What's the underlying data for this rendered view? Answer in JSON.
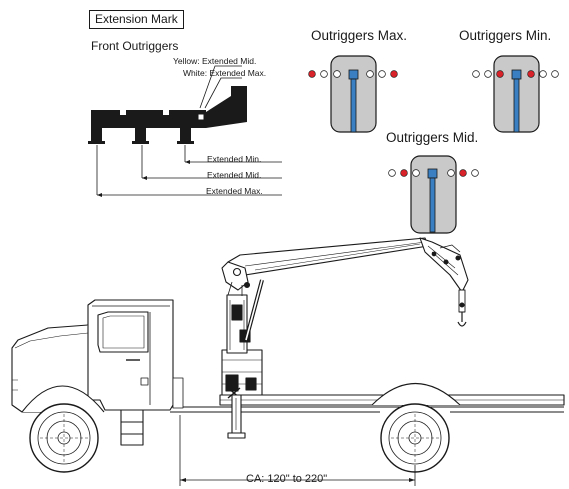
{
  "extension_mark": "Extension Mark",
  "front_outriggers": {
    "title": "Front Outriggers",
    "yellow_note": "Yellow: Extended Mid.",
    "white_note": "White: Extended Max.",
    "extended_min": "Extended Min.",
    "extended_mid": "Extended Mid.",
    "extended_max": "Extended Max."
  },
  "indicators": {
    "max_title": "Outriggers Max.",
    "min_title": "Outriggers Min.",
    "mid_title": "Outriggers Mid."
  },
  "ca_label": "CA: 120\" to 220\"",
  "colors": {
    "indicator_red": "#d8232a",
    "lever_blue": "#3a7fc1",
    "plate_gray": "#c9c9c9",
    "ink": "#1a1a1a"
  }
}
